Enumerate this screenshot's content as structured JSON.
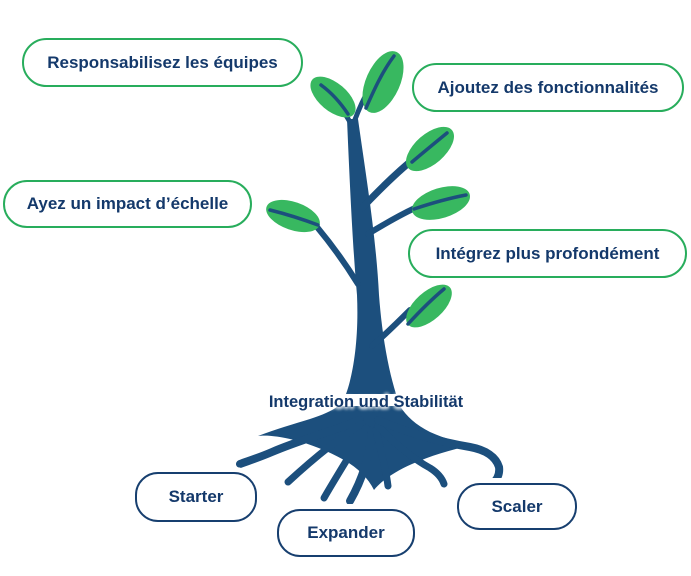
{
  "colors": {
    "background": "#ffffff",
    "navy": "#1C4F7D",
    "text_navy": "#14396B",
    "green": "#28AD5C",
    "leaf_green": "#38B860",
    "pill_navy_border": "#173F6F"
  },
  "diagram": {
    "branch_labels": [
      {
        "label": "Responsabilisez les équipes"
      },
      {
        "label": "Ajoutez des fonctionnalités"
      },
      {
        "label": "Ayez un impact d’échelle"
      },
      {
        "label": "Intégrez plus profondément"
      }
    ],
    "roots_caption": "Integration und Stabilität",
    "stages": [
      {
        "label": "Starter"
      },
      {
        "label": "Expander"
      },
      {
        "label": "Scaler"
      }
    ]
  }
}
